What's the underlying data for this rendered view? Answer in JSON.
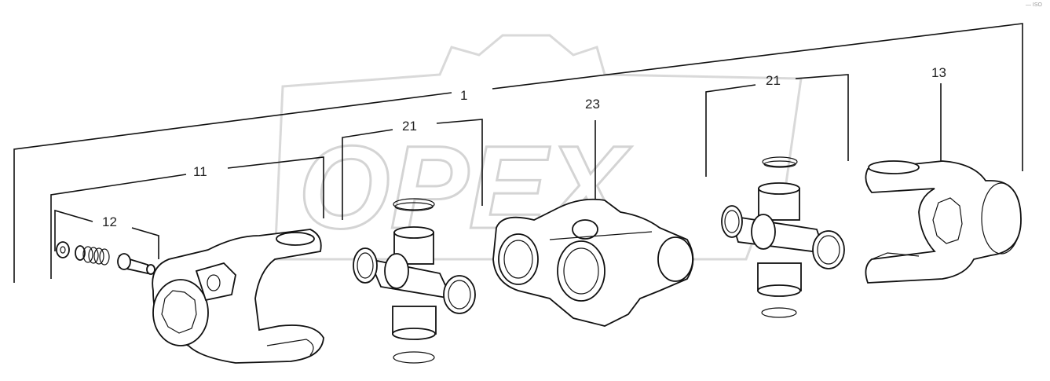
{
  "watermark": "OPEX",
  "corner_note": "⎯⎯ ISO",
  "callouts": {
    "assembly": "1",
    "yoke_front": "11",
    "spring_kit": "12",
    "yoke_rear": "13",
    "cross_kit_left": "21",
    "cross_kit_right": "21",
    "center_housing": "23"
  }
}
